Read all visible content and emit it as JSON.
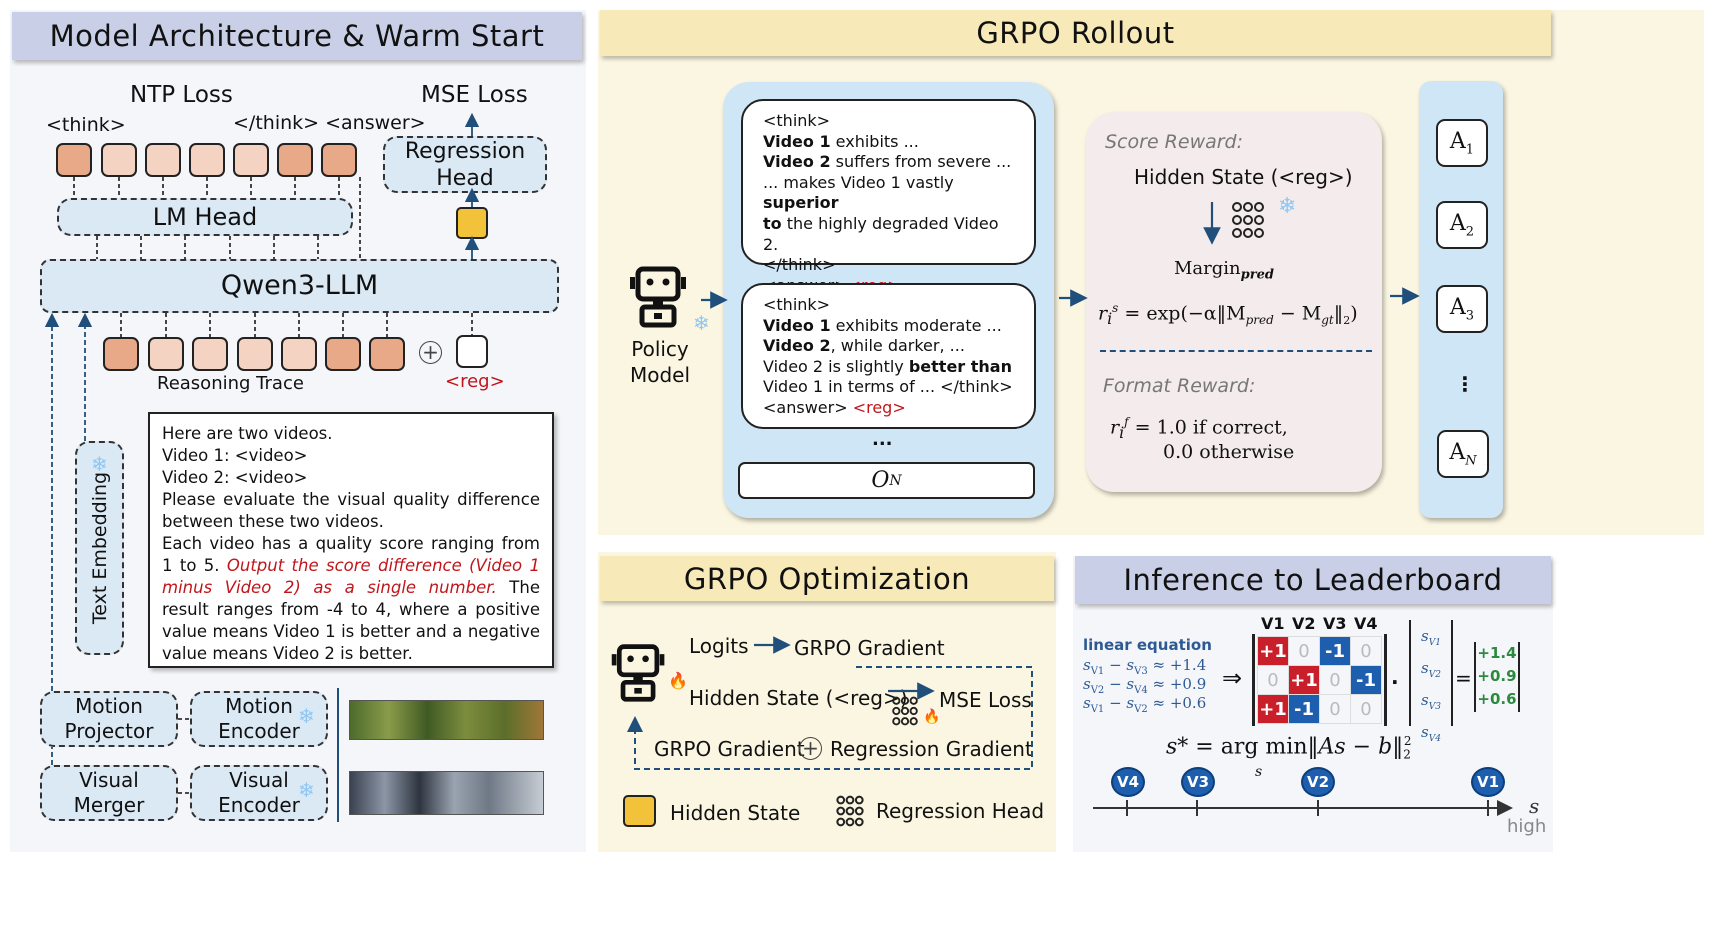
{
  "arch": {
    "title": "Model Architecture & Warm Start",
    "ntp_loss": "NTP Loss",
    "mse_loss": "MSE Loss",
    "think_open": "<think>",
    "think_close_answer": "</think> <answer>",
    "regression_head": "Regression Head",
    "lm_head": "LM Head",
    "llm": "Qwen3-LLM",
    "reasoning_trace": "Reasoning Trace",
    "reg_token": "<reg>",
    "text_embedding": "Text Embedding",
    "prompt": {
      "p1": "Here are two videos.",
      "p2": "Video 1: <video>",
      "p3": "Video 2: <video>",
      "p4": "Please evaluate the visual quality difference between these two videos.",
      "p5": "Each video has a quality score ranging from 1 to 5.",
      "p6_red": "Output the score difference (Video 1 minus Video 2) as a single number.",
      "p7": "The result ranges from -4 to 4, where a positive value means Video 1 is better and a negative value means Video 2 is better."
    },
    "motion_projector": "Motion Projector",
    "motion_encoder": "Motion Encoder",
    "visual_merger": "Visual Merger",
    "visual_encoder": "Visual Encoder"
  },
  "rollout": {
    "title": "GRPO Rollout",
    "policy_model": "Policy Model",
    "o1": {
      "l1": "<think>",
      "l2a": "Video 1",
      "l2b": " exhibits ...",
      "l3a": "Video 2",
      "l3b": " suffers from severe ...",
      "l4a": "... makes Video 1 vastly ",
      "l4b": "superior",
      "l5a": "to",
      "l5b": " the highly degraded Video 2.",
      "l6": "</think>",
      "l7a": "<answer>",
      "l7b": "<reg>"
    },
    "o2": {
      "l1": "<think>",
      "l2a": "Video 1",
      "l2b": " exhibits moderate ...",
      "l3a": "Video 2",
      "l3b": ", while darker, ...",
      "l4a": "Video 2 is slightly ",
      "l4b": "better than",
      "l5": "Video 1 in terms of ... </think>",
      "l6a": "<answer>",
      "l6b": "<reg>"
    },
    "ellipsis": "...",
    "on": "O",
    "on_sub": "N",
    "score_reward": "Score Reward:",
    "hidden_state_reg": "Hidden State (<reg>)",
    "margin": "Margin",
    "margin_sub": "pred",
    "score_formula": "= exp(−α‖M",
    "format_reward": "Format Reward:",
    "format_l1": "= 1.0 if correct,",
    "format_l2": "0.0 otherwise",
    "advantages": [
      "A1",
      "A2",
      "A3",
      "AN"
    ],
    "adv_ellipsis": "⋮"
  },
  "optimization": {
    "title": "GRPO Optimization",
    "logits": "Logits",
    "grpo_gradient": "GRPO Gradient",
    "hidden_state_reg": "Hidden State (<reg>)",
    "mse_loss": "MSE Loss",
    "grpo_gradient2": "GRPO Gradient",
    "regression_gradient": "Regression Gradient",
    "legend_hidden": "Hidden State",
    "legend_reg_head": "Regression Head"
  },
  "inference": {
    "title": "Inference to Leaderboard",
    "linear_eq": "linear equation",
    "eqs": [
      "+1.4",
      "+0.9",
      "+0.6"
    ],
    "cols": [
      "V1",
      "V2",
      "V3",
      "V4"
    ],
    "matrix": [
      [
        "+1",
        "0",
        "-1",
        "0"
      ],
      [
        "0",
        "+1",
        "0",
        "-1"
      ],
      [
        "+1",
        "-1",
        "0",
        "0"
      ]
    ],
    "bvec": [
      "+1.4",
      "+0.9",
      "+0.6"
    ],
    "ranking": [
      "V4",
      "V3",
      "V2",
      "V1"
    ],
    "axis_label": "s",
    "high": "high"
  }
}
